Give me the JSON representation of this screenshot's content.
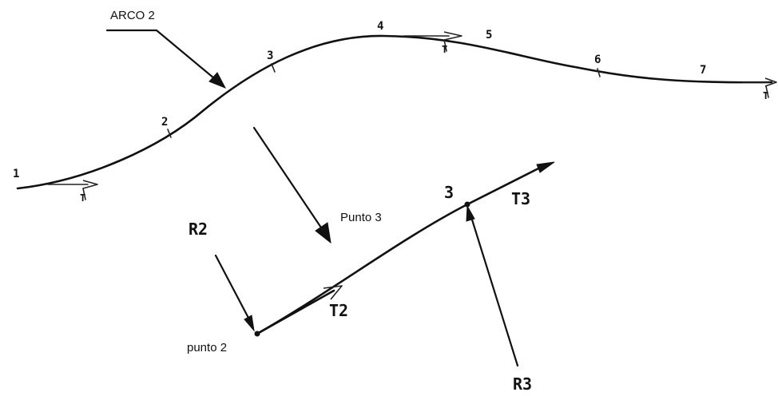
{
  "callouts": {
    "arc": "ARCO 2",
    "point3": "Punto 3",
    "point2": "punto 2"
  },
  "curve_points": {
    "p1": "1",
    "p2": "2",
    "p3": "3",
    "p4": "4",
    "p5": "5",
    "p6": "6",
    "p7": "7"
  },
  "tangent_marks": {
    "t1": "T",
    "t4": "T",
    "t7": "T"
  },
  "lower_diagram": {
    "r2": "R2",
    "r3": "R3",
    "t2": "T2",
    "t3": "T3",
    "point3_number": "3"
  }
}
